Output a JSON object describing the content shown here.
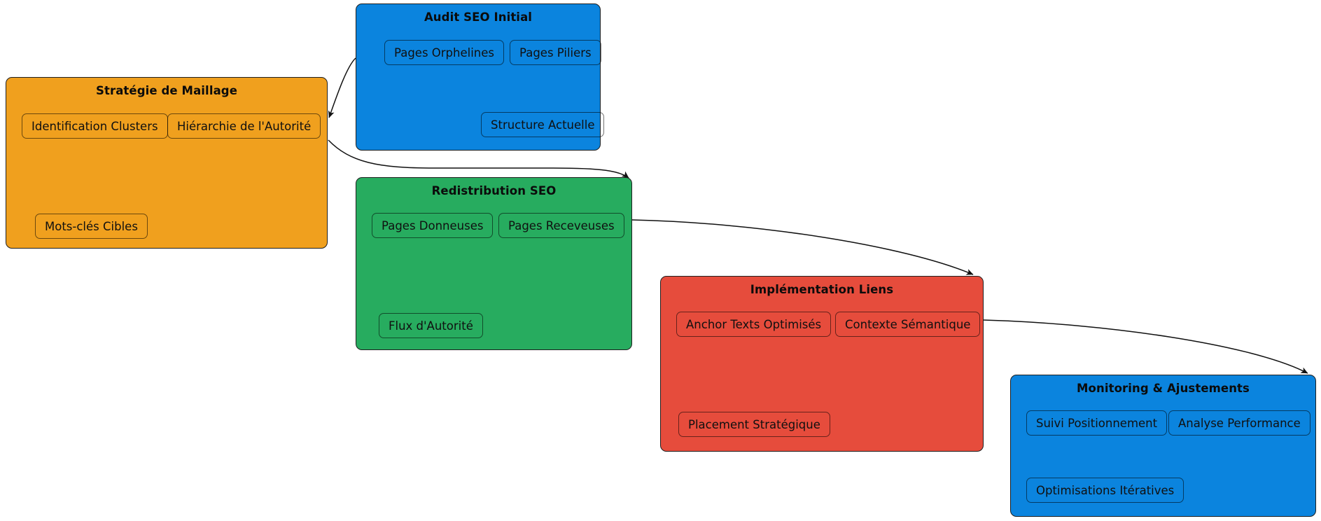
{
  "diagram": {
    "type": "flowchart",
    "title": "",
    "background": "#ffffff",
    "clusters": [
      {
        "id": "audit",
        "label": "Audit SEO Initial",
        "color": "#0b84de",
        "nodes": [
          {
            "id": "pages-orphelines",
            "label": "Pages Orphelines"
          },
          {
            "id": "pages-piliers",
            "label": "Pages Piliers"
          },
          {
            "id": "structure-actuelle",
            "label": "Structure Actuelle"
          }
        ]
      },
      {
        "id": "strategie",
        "label": "Stratégie de Maillage",
        "color": "#f0a01e",
        "nodes": [
          {
            "id": "identification-clusters",
            "label": "Identification Clusters"
          },
          {
            "id": "hierarchie-autorite",
            "label": "Hiérarchie de l'Autorité"
          },
          {
            "id": "mots-cles-cibles",
            "label": "Mots-clés Cibles"
          }
        ]
      },
      {
        "id": "redistribution",
        "label": "Redistribution SEO",
        "color": "#27ac5f",
        "nodes": [
          {
            "id": "pages-donneuses",
            "label": "Pages Donneuses"
          },
          {
            "id": "pages-receveuses",
            "label": "Pages Receveuses"
          },
          {
            "id": "flux-autorite",
            "label": "Flux d'Autorité"
          }
        ]
      },
      {
        "id": "implementation",
        "label": "Implémentation Liens",
        "color": "#e64c3c",
        "nodes": [
          {
            "id": "anchor-texts-optimises",
            "label": "Anchor Texts Optimisés"
          },
          {
            "id": "contexte-semantique",
            "label": "Contexte Sémantique"
          },
          {
            "id": "placement-strategique",
            "label": "Placement Stratégique"
          }
        ]
      },
      {
        "id": "monitoring",
        "label": "Monitoring & Ajustements",
        "color": "#0b84de",
        "nodes": [
          {
            "id": "suivi-positionnement",
            "label": "Suivi Positionnement"
          },
          {
            "id": "analyse-performance",
            "label": "Analyse Performance"
          },
          {
            "id": "optimisations-iteratives",
            "label": "Optimisations Itératives"
          }
        ]
      }
    ],
    "edges": [
      {
        "id": "edge-audit-strategie",
        "from": "audit",
        "to": "strategie",
        "label": "",
        "arrow": "end"
      },
      {
        "id": "edge-strategie-redistribution",
        "from": "strategie",
        "to": "redistribution",
        "label": "",
        "arrow": "end"
      },
      {
        "id": "edge-redistribution-implementation",
        "from": "redistribution",
        "to": "implementation",
        "label": "",
        "arrow": "end"
      },
      {
        "id": "edge-implementation-monitoring",
        "from": "implementation",
        "to": "monitoring",
        "label": "",
        "arrow": "end"
      }
    ]
  }
}
